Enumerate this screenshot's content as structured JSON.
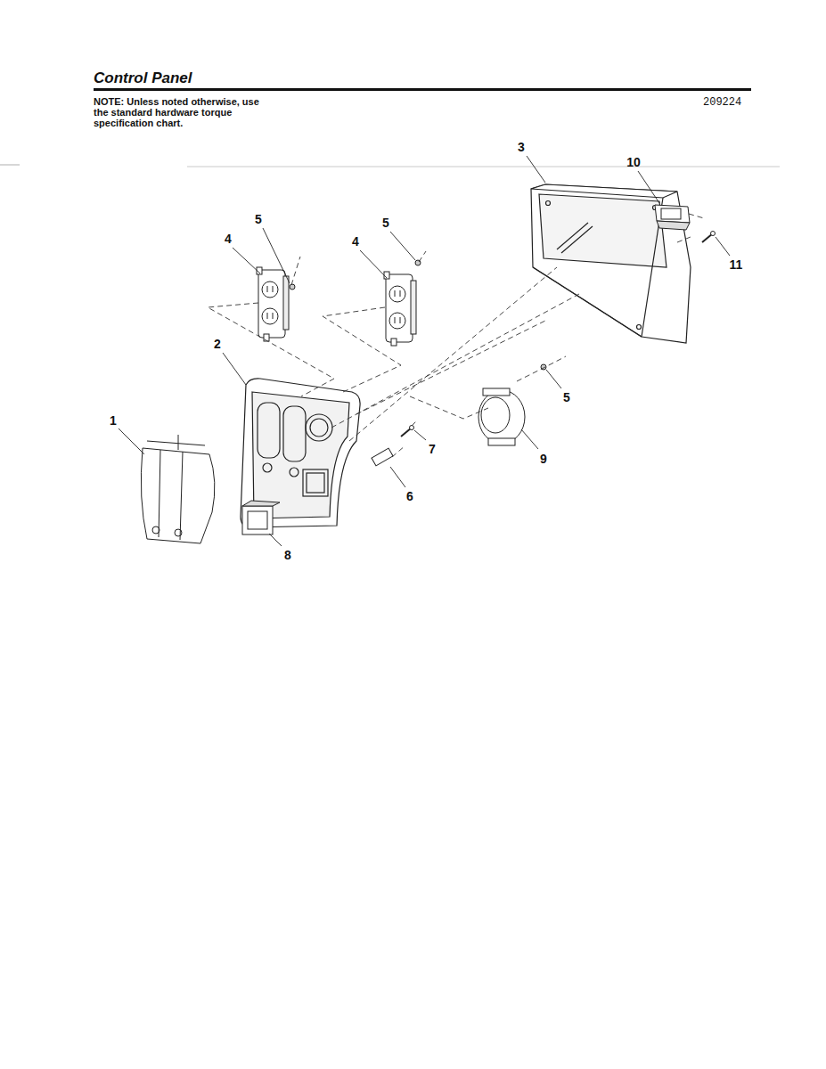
{
  "diagram": {
    "title": "Control Panel",
    "labels": [
      "NOTE: Unless noted otherwise, use the standard hardware torque specification chart.",
      "209224",
      "3",
      "10",
      "5",
      "5",
      "4",
      "4",
      "11",
      "2",
      "5",
      "1",
      "7",
      "9",
      "6",
      "8"
    ]
  }
}
